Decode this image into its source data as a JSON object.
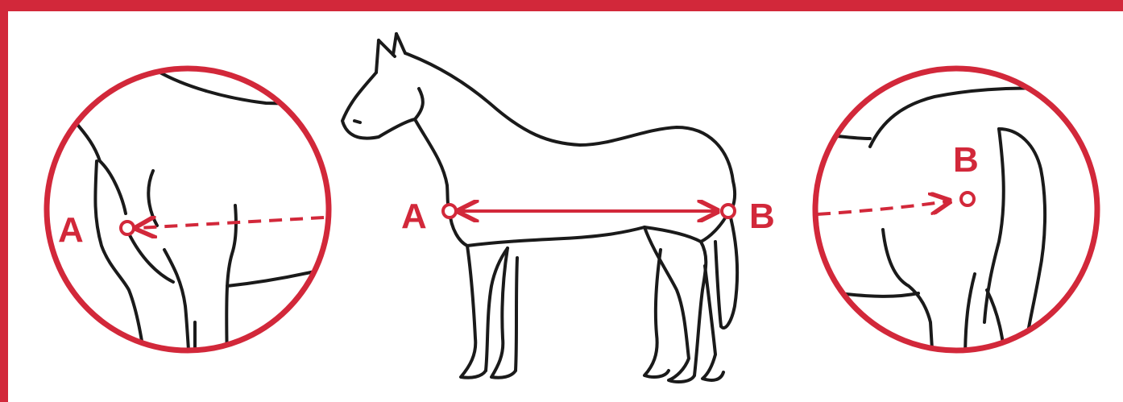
{
  "colors": {
    "accent": "#d2283a",
    "outline": "#1a1a1a"
  },
  "points": {
    "a": "A",
    "b": "B"
  },
  "zoom_left": {
    "label": "A"
  },
  "zoom_right": {
    "label": "B"
  }
}
